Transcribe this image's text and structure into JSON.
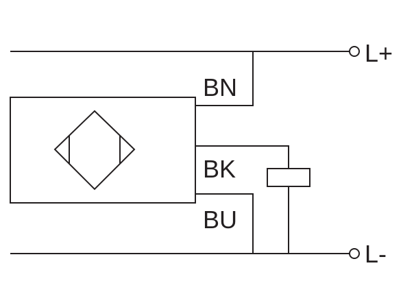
{
  "wires": {
    "brown_label": "BN",
    "black_label": "BK",
    "blue_label": "BU"
  },
  "terminals": {
    "positive_label": "L+",
    "negative_label": "L-"
  },
  "colors": {
    "line": "#231f20",
    "background": "#ffffff"
  },
  "icons": {
    "sensor_symbol": "inductive-sensor-diamond-icon",
    "load_symbol": "load-resistor-icon"
  }
}
